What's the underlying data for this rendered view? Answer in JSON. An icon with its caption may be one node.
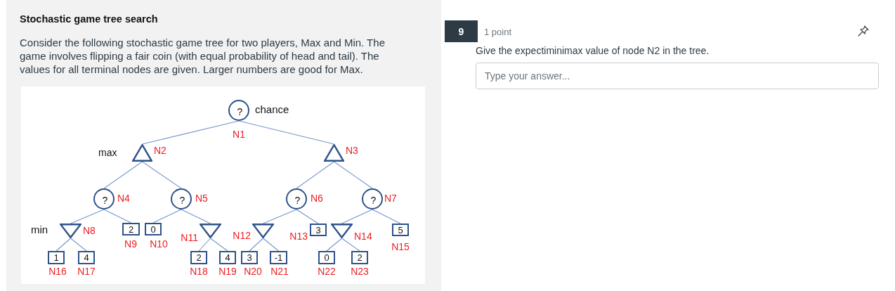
{
  "diagram": {
    "title": "Stochastic game tree search",
    "nodes": [
      {
        "text": [
          "?"
        ],
        "beside": [
          "N1"
        ]
      },
      {
        "text": [],
        "shape": "triangle",
        "beside": [
          "N2"
        ]
      },
      {
        "text": [],
        "shape": "triangle",
        "beside": [
          "N3"
        ]
      },
      {
        "text": [
          "?"
        ],
        "beside": [
          "N4"
        ]
      },
      {
        "text": [
          "?"
        ],
        "beside": [
          "N5"
        ]
      },
      {
        "text": [
          "?"
        ],
        "beside": [
          "N6"
        ]
      },
      {
        "text": [
          "?"
        ],
        "beside": [
          "N7"
        ]
      },
      {
        "text": [],
        "shape": "triangle",
        "beside": [
          "N8"
        ]
      },
      {
        "text": [
          "2"
        ],
        "beside": [
          "N9"
        ]
      },
      {
        "text": [
          "0"
        ],
        "beside": [
          "N10"
        ]
      },
      {
        "text": [],
        "shape": "triangle",
        "beside": [
          "N11"
        ]
      },
      {
        "text": [],
        "shape": "triangle",
        "beside": [
          "N12"
        ]
      },
      {
        "text": [
          "3"
        ],
        "beside": [
          "N13"
        ]
      },
      {
        "text": [],
        "shape": "triangle",
        "beside": [
          "N14"
        ]
      },
      {
        "text": [
          "5"
        ],
        "beside": [
          "N15"
        ]
      },
      {
        "text": [
          "1"
        ],
        "beside": [
          "N16"
        ]
      },
      {
        "text": [
          "4"
        ],
        "beside": [
          "N17"
        ]
      },
      {
        "text": [
          "2"
        ],
        "beside": [
          "N18"
        ]
      },
      {
        "text": [
          "4"
        ],
        "beside": [
          "N19"
        ]
      },
      {
        "text": [
          "3"
        ],
        "beside": [
          "N20"
        ]
      },
      {
        "text": [
          "-1"
        ],
        "beside": [
          "N21"
        ]
      },
      {
        "text": [
          "0"
        ],
        "beside": [
          "N22"
        ]
      },
      {
        "text": [
          "2"
        ],
        "beside": [
          "N23"
        ]
      }
    ],
    "edges": [
      {
        "from": 0,
        "to": 1,
        "arrow": "none"
      },
      {
        "from": 0,
        "to": 2,
        "arrow": "none"
      },
      {
        "from": 1,
        "to": 3,
        "arrow": "none"
      },
      {
        "from": 1,
        "to": 4,
        "arrow": "none"
      },
      {
        "from": 2,
        "to": 5,
        "arrow": "none"
      },
      {
        "from": 2,
        "to": 6,
        "arrow": "none"
      },
      {
        "from": 3,
        "to": 7,
        "arrow": "none"
      },
      {
        "from": 3,
        "to": 8,
        "arrow": "none"
      },
      {
        "from": 4,
        "to": 9,
        "arrow": "none"
      },
      {
        "from": 4,
        "to": 10,
        "arrow": "none"
      },
      {
        "from": 5,
        "to": 11,
        "arrow": "none"
      },
      {
        "from": 5,
        "to": 12,
        "arrow": "none"
      },
      {
        "from": 6,
        "to": 13,
        "arrow": "none"
      },
      {
        "from": 6,
        "to": 14,
        "arrow": "none"
      },
      {
        "from": 7,
        "to": 15,
        "arrow": "none"
      },
      {
        "from": 7,
        "to": 16,
        "arrow": "none"
      },
      {
        "from": 10,
        "to": 17,
        "arrow": "none"
      },
      {
        "from": 10,
        "to": 18,
        "arrow": "none"
      },
      {
        "from": 11,
        "to": 19,
        "arrow": "none"
      },
      {
        "from": 11,
        "to": 20,
        "arrow": "none"
      },
      {
        "from": 13,
        "to": 21,
        "arrow": "none"
      },
      {
        "from": 13,
        "to": 22,
        "arrow": "none"
      }
    ],
    "labels": [
      "Consider the following stochastic game tree for two players, Max and Min. The game involves flipping a fair coin (with equal probability of head and tail). The values for all terminal nodes are given. Larger numbers are good for Max.",
      "chance",
      "max",
      "min",
      "9",
      "1 point",
      "Give the expectiminimax value of node N2 in the tree.",
      "Type your answer..."
    ]
  }
}
